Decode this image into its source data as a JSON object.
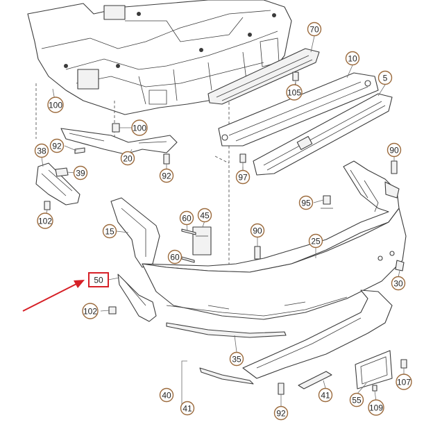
{
  "callouts": [
    {
      "id": "c70",
      "label": "70"
    },
    {
      "id": "c10",
      "label": "10"
    },
    {
      "id": "c5",
      "label": "5"
    },
    {
      "id": "c105",
      "label": "105"
    },
    {
      "id": "c100a",
      "label": "100"
    },
    {
      "id": "c100b",
      "label": "100"
    },
    {
      "id": "c92a",
      "label": "92"
    },
    {
      "id": "c20",
      "label": "20"
    },
    {
      "id": "c92b",
      "label": "92"
    },
    {
      "id": "c97",
      "label": "97"
    },
    {
      "id": "c38",
      "label": "38"
    },
    {
      "id": "c39",
      "label": "39"
    },
    {
      "id": "c102a",
      "label": "102"
    },
    {
      "id": "c90a",
      "label": "90"
    },
    {
      "id": "c95",
      "label": "95"
    },
    {
      "id": "c15",
      "label": "15"
    },
    {
      "id": "c60a",
      "label": "60"
    },
    {
      "id": "c45",
      "label": "45"
    },
    {
      "id": "c60b",
      "label": "60"
    },
    {
      "id": "c90b",
      "label": "90"
    },
    {
      "id": "c25",
      "label": "25"
    },
    {
      "id": "c50",
      "label": "50"
    },
    {
      "id": "c30",
      "label": "30"
    },
    {
      "id": "c102b",
      "label": "102"
    },
    {
      "id": "c35",
      "label": "35"
    },
    {
      "id": "c107",
      "label": "107"
    },
    {
      "id": "c40",
      "label": "40"
    },
    {
      "id": "c41a",
      "label": "41"
    },
    {
      "id": "c41b",
      "label": "41"
    },
    {
      "id": "c55",
      "label": "55"
    },
    {
      "id": "c109",
      "label": "109"
    },
    {
      "id": "c92c",
      "label": "92"
    }
  ],
  "highlight": {
    "callout": "c50",
    "color": "#d61f26"
  }
}
